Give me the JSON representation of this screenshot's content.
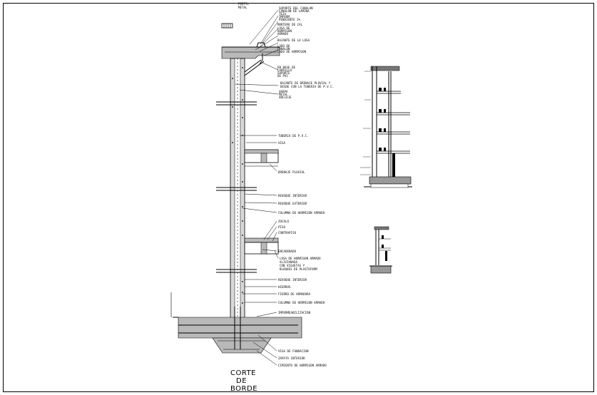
{
  "title": {
    "line1": "CORTE",
    "line2": "DE",
    "line3": "BORDE"
  },
  "main_labels": [
    {
      "id": "lbl-top-a",
      "text": "PERFIL"
    },
    {
      "id": "lbl-top-b",
      "text": "METAL"
    },
    {
      "id": "lbl-r1",
      "text": "SOPORTE DEL CANALON"
    },
    {
      "id": "lbl-r2",
      "text": "CANALON DE LAMINA"
    },
    {
      "id": "lbl-r3",
      "text": "TEJA"
    },
    {
      "id": "lbl-r4",
      "text": "IMPERM."
    },
    {
      "id": "lbl-r5",
      "text": "PENDIENTE 2%"
    },
    {
      "id": "lbl-r6",
      "text": "MORTERO DE CAL"
    },
    {
      "id": "lbl-r7",
      "text": "LOSA DE"
    },
    {
      "id": "lbl-r8",
      "text": "HORMIGON"
    },
    {
      "id": "lbl-r9",
      "text": "ARMADO"
    },
    {
      "id": "lbl-r10",
      "text": "BAJANTE DE LA LOSA"
    },
    {
      "id": "lbl-r11",
      "text": "LADO DE"
    },
    {
      "id": "lbl-r12",
      "text": "CANALON"
    },
    {
      "id": "lbl-r13",
      "text": "LADO DE HORMIGON"
    },
    {
      "id": "lbl-r14",
      "text": "EN BASE DE"
    },
    {
      "id": "lbl-r15",
      "text": "LADRILLO"
    },
    {
      "id": "lbl-r16",
      "text": "SOPORTE"
    },
    {
      "id": "lbl-r17",
      "text": "DE PVC"
    },
    {
      "id": "lbl-bajante",
      "text": "BAJANTE DE DRENAJE PLUVIAL Y"
    },
    {
      "id": "lbl-bajante2",
      "text": "DESDE CON LA TUBERIA DE P.V.C."
    },
    {
      "id": "lbl-b1",
      "text": "GRAPA"
    },
    {
      "id": "lbl-b2",
      "text": "METAL"
    },
    {
      "id": "lbl-b3",
      "text": "ANCLAJE"
    },
    {
      "id": "lbl-tuberia",
      "text": "TUBERIA DE P.V.C."
    },
    {
      "id": "lbl-viga",
      "text": "VIGA"
    },
    {
      "id": "lbl-drenaje",
      "text": "DRENAJE PLUVIAL"
    },
    {
      "id": "lbl-rev-int",
      "text": "REVOQUE INTERIOR"
    },
    {
      "id": "lbl-rev-ext",
      "text": "REVOQUE EXTERIOR"
    },
    {
      "id": "lbl-columna",
      "text": "COLUMNA DE HORMIGON ARMADO"
    },
    {
      "id": "lbl-zocalo",
      "text": "ZOCALO"
    },
    {
      "id": "lbl-piso",
      "text": "PISO"
    },
    {
      "id": "lbl-contrapiso",
      "text": "CONTRAPISO"
    },
    {
      "id": "lbl-encadenado",
      "text": "ENCADENADO"
    },
    {
      "id": "lbl-losa1",
      "text": "LOSA DE HORMIGON ARMADO"
    },
    {
      "id": "lbl-losa2",
      "text": "ALIVIANADA"
    },
    {
      "id": "lbl-losa3",
      "text": "CON VIGUETAS Y"
    },
    {
      "id": "lbl-losa4",
      "text": "BLOQUES DE PLASTOFORM"
    },
    {
      "id": "lbl-rev-int2",
      "text": "REVOQUE INTERIOR"
    },
    {
      "id": "lbl-hierros",
      "text": "HIERROS"
    },
    {
      "id": "lbl-ferro",
      "text": "FIERRO DE ARMADURA"
    },
    {
      "id": "lbl-columna2",
      "text": "COLUMNA DE HORMIGON ARMADO"
    },
    {
      "id": "lbl-impermeab",
      "text": "IMPERMEABILIZACION"
    },
    {
      "id": "lbl-viga-fund",
      "text": "VIGA DE FUNDACION"
    },
    {
      "id": "lbl-zapata",
      "text": "ZAPATA INTERIOR"
    },
    {
      "id": "lbl-cimiento",
      "text": "CIMIENTO DE HORMIGON ARMADO"
    }
  ],
  "colors": {
    "line": "#000000",
    "concrete": "#b9b9b9",
    "background": "#ffffff"
  }
}
